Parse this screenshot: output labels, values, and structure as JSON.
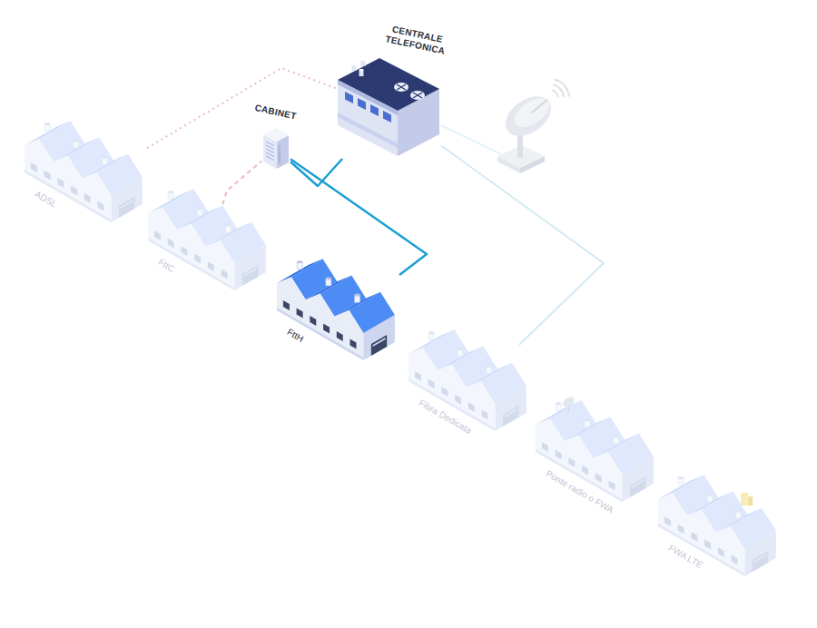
{
  "diagram": {
    "nodes": [
      {
        "text": [
          "CENTRALE TELEFONICA"
        ]
      },
      {
        "text": [
          "CABINET"
        ]
      },
      {
        "text": [
          "ADSL"
        ]
      },
      {
        "text": [
          "FttC"
        ]
      },
      {
        "text": [
          "FttH"
        ]
      },
      {
        "text": [
          "Fibra Dedicata"
        ]
      },
      {
        "text": [
          "Ponte radio o FWA"
        ]
      },
      {
        "text": [
          "FWA LTE"
        ]
      }
    ],
    "edges": [
      {
        "from": 2,
        "to": 0,
        "arrow": "none"
      },
      {
        "from": 3,
        "to": 1,
        "arrow": "none"
      },
      {
        "from": 1,
        "to": 0,
        "arrow": "none"
      },
      {
        "from": 1,
        "to": 4,
        "arrow": "none"
      },
      {
        "from": 0,
        "to": 5,
        "arrow": "none"
      }
    ]
  }
}
